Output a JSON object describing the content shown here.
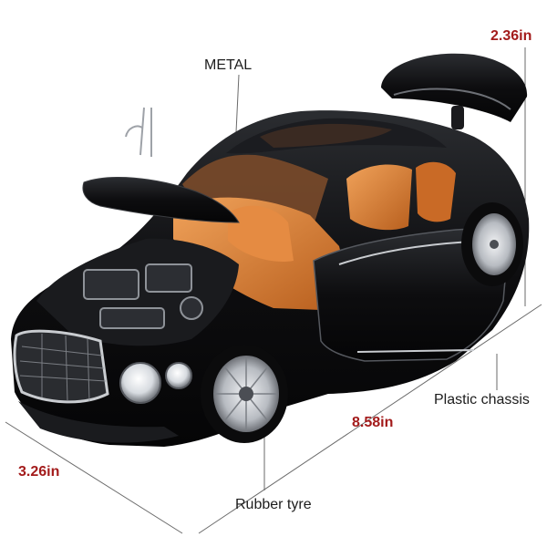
{
  "labels": {
    "metal": "METAL",
    "height": "2.36in",
    "chassis": "Plastic chassis",
    "length": "8.58in",
    "width": "3.26in",
    "tyre": "Rubber tyre"
  },
  "colors": {
    "body_black": "#0d0d0f",
    "interior_orange": "#d9782e",
    "chrome": "#c9ccd0",
    "dimension_red": "#a31b1b",
    "line_gray": "#6a6a6a"
  },
  "icons": [
    "car-photo"
  ]
}
